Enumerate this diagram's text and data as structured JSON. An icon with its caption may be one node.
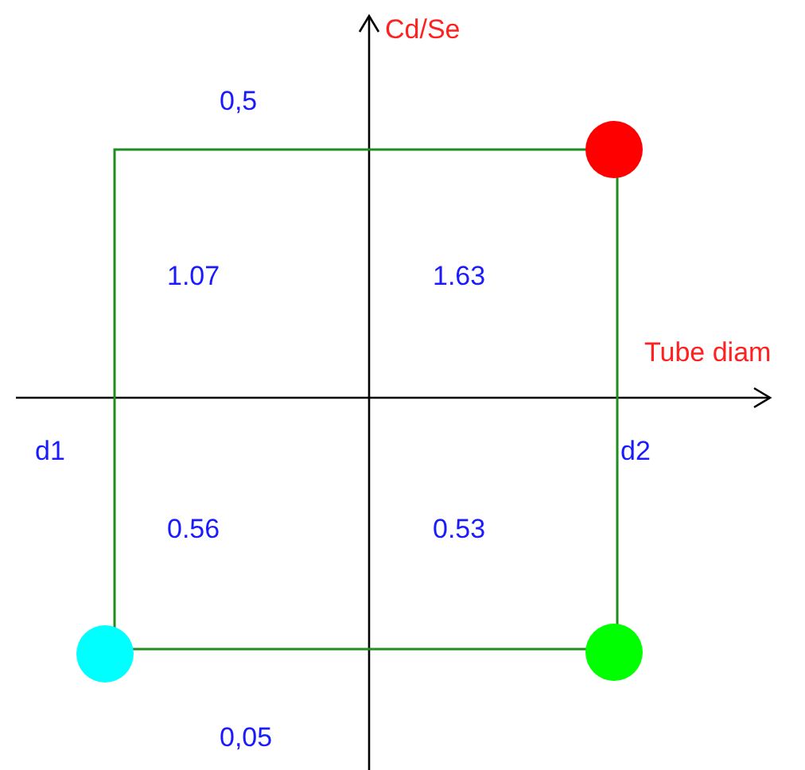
{
  "diagram": {
    "labels": [
      "Cd/Se",
      "0,5",
      "1.07",
      "1.63",
      "Tube diam",
      "d1",
      "d2",
      "0.56",
      "0.53",
      "0,05"
    ]
  }
}
